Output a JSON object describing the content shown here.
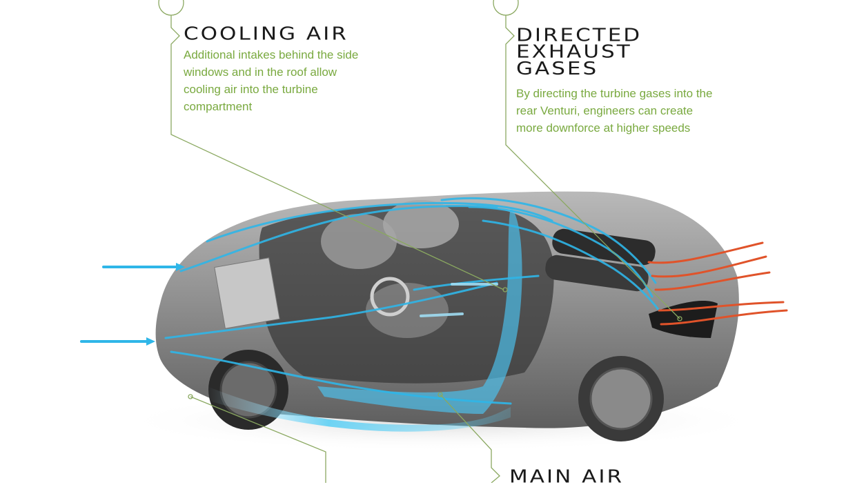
{
  "callouts": {
    "cooling_air": {
      "title": "COOLING AIR",
      "description": "Additional intakes behind the side windows and in the roof allow cooling air into the turbine compartment"
    },
    "directed_exhaust": {
      "title": "DIRECTED EXHAUST GASES",
      "description": "By directing the turbine gases into the rear Venturi, engineers can create more downforce at higher speeds"
    },
    "main_air": {
      "title": "MAIN AIR"
    }
  },
  "colors": {
    "heading": "#1a1a1a",
    "description": "#79a93f",
    "leader_line": "#8aa860",
    "airflow_cool": "#2fb6e8",
    "airflow_hot": "#e0532a",
    "car_body": "#8f8f8f"
  }
}
